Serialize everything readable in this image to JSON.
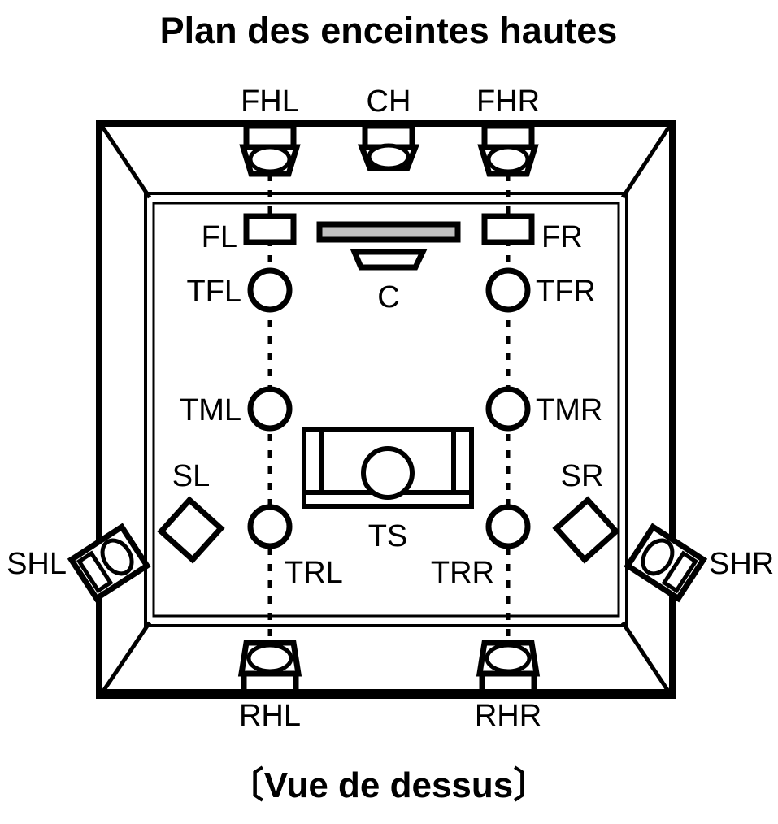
{
  "title": "Plan des enceintes hautes",
  "caption": "〔Vue de dessus〕",
  "colors": {
    "stroke": "#000000",
    "background": "#ffffff",
    "screen_fill": "#c0c0c0"
  },
  "labels": {
    "fhl": "FHL",
    "ch": "CH",
    "fhr": "FHR",
    "fl": "FL",
    "fr": "FR",
    "tfl": "TFL",
    "tfr": "TFR",
    "c": "C",
    "tml": "TML",
    "tmr": "TMR",
    "sl": "SL",
    "sr": "SR",
    "shl": "SHL",
    "shr": "SHR",
    "trl": "TRL",
    "trr": "TRR",
    "ts": "TS",
    "rhl": "RHL",
    "rhr": "RHR"
  },
  "speakers": [
    {
      "id": "FHL",
      "label": "FHL",
      "type": "wall-mounted-ceiling-front",
      "wall": "front"
    },
    {
      "id": "CH",
      "label": "CH",
      "type": "wall-mounted-ceiling-front",
      "wall": "front"
    },
    {
      "id": "FHR",
      "label": "FHR",
      "type": "wall-mounted-ceiling-front",
      "wall": "front"
    },
    {
      "id": "FL",
      "label": "FL",
      "type": "front-box",
      "wall": "front"
    },
    {
      "id": "FR",
      "label": "FR",
      "type": "front-box",
      "wall": "front"
    },
    {
      "id": "C",
      "label": "C",
      "type": "center-trapezoid",
      "wall": "front"
    },
    {
      "id": "TFL",
      "label": "TFL",
      "type": "ceiling-circle"
    },
    {
      "id": "TFR",
      "label": "TFR",
      "type": "ceiling-circle"
    },
    {
      "id": "TML",
      "label": "TML",
      "type": "ceiling-circle"
    },
    {
      "id": "TMR",
      "label": "TMR",
      "type": "ceiling-circle"
    },
    {
      "id": "TRL",
      "label": "TRL",
      "type": "ceiling-circle"
    },
    {
      "id": "TRR",
      "label": "TRR",
      "type": "ceiling-circle"
    },
    {
      "id": "SL",
      "label": "SL",
      "type": "surround-diamond",
      "wall": "left"
    },
    {
      "id": "SR",
      "label": "SR",
      "type": "surround-diamond",
      "wall": "right"
    },
    {
      "id": "SHL",
      "label": "SHL",
      "type": "surround-height-angled",
      "wall": "left"
    },
    {
      "id": "SHR",
      "label": "SHR",
      "type": "surround-height-angled",
      "wall": "right"
    },
    {
      "id": "RHL",
      "label": "RHL",
      "type": "wall-mounted-ceiling-rear",
      "wall": "rear"
    },
    {
      "id": "RHR",
      "label": "RHR",
      "type": "wall-mounted-ceiling-rear",
      "wall": "rear"
    }
  ],
  "furniture": [
    {
      "id": "TS",
      "label": "TS",
      "type": "sofa-listening-position"
    },
    {
      "id": "screen",
      "label": "",
      "type": "display-screen"
    }
  ]
}
